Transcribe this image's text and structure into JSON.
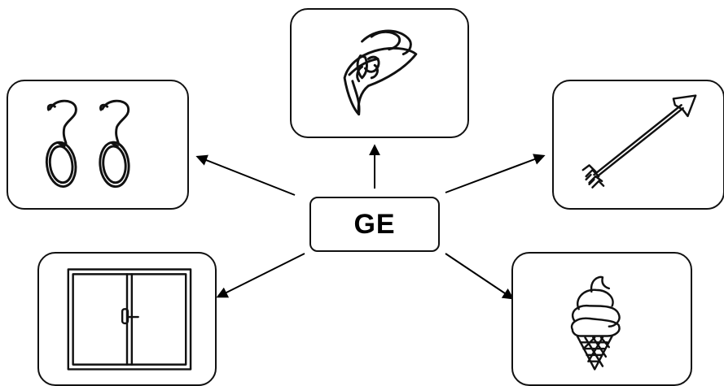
{
  "center": {
    "label": "GE"
  },
  "pictures": [
    {
      "id": "earrings",
      "icon": "earrings-icon"
    },
    {
      "id": "hat",
      "icon": "hat-with-flower-icon"
    },
    {
      "id": "arrow",
      "icon": "arrow-icon"
    },
    {
      "id": "window",
      "icon": "window-icon"
    },
    {
      "id": "ice-cream",
      "icon": "ice-cream-cone-icon"
    }
  ]
}
